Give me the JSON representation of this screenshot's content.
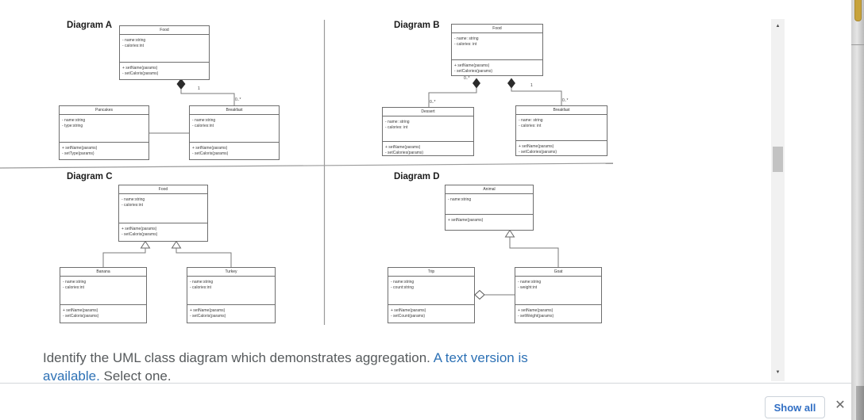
{
  "icons": {
    "scroll_up": "▲",
    "scroll_down": "▼"
  },
  "colors": {
    "link_blue": "#2d71b5",
    "button_blue": "#316fc4",
    "scroll_thumb_yellow": "#c7a33c"
  },
  "dA": {
    "label": "Diagram A",
    "food": {
      "name": "Food",
      "attrs": [
        "- name:string",
        "- calories:int"
      ],
      "methods": [
        "+ setName(params)",
        "- setCaloris(params)"
      ]
    },
    "pancakes": {
      "name": "Pancakes",
      "attrs": [
        "- name:string",
        "- type:string"
      ],
      "methods": [
        "+ setName(params)",
        "- setType(params)"
      ]
    },
    "breakfast": {
      "name": "Breakfast",
      "attrs": [
        "- name:string",
        "- calories:int"
      ],
      "methods": [
        "+ setName(params)",
        "- setCaloris(params)"
      ]
    },
    "mult_parent": "1",
    "mult_child": "0..*"
  },
  "dB": {
    "label": "Diagram B",
    "food": {
      "name": "Food",
      "attrs": [
        "- name: string",
        "- calories: int"
      ],
      "methods": [
        "+ setName(params)",
        "- setCalories(params)"
      ]
    },
    "dessert": {
      "name": "Dessert",
      "attrs": [
        "- name: string",
        "- calories: int"
      ],
      "methods": [
        "+ setName(params)",
        "- setCalories(params)"
      ]
    },
    "breakfast": {
      "name": "Breakfast",
      "attrs": [
        "- name: string",
        "- calories: int"
      ],
      "methods": [
        "+ setName(params)",
        "- setCalories(params)"
      ]
    },
    "mult_left_parent": "0..*",
    "mult_left_child": "0..*",
    "mult_right_parent": "1",
    "mult_right_child": "0..*"
  },
  "dC": {
    "label": "Diagram C",
    "food": {
      "name": "Food",
      "attrs": [
        "- name:string",
        "- calories:int"
      ],
      "methods": [
        "+ setName(params)",
        "- setCaloris(params)"
      ]
    },
    "banana": {
      "name": "Banana",
      "attrs": [
        "- name:string",
        "- calories:int"
      ],
      "methods": [
        "+ setName(params)",
        "- setCaloris(params)"
      ]
    },
    "turkey": {
      "name": "Turkey",
      "attrs": [
        "- name:string",
        "- calories:int"
      ],
      "methods": [
        "+ setName(params)",
        "- setCaloris(params)"
      ]
    }
  },
  "dD": {
    "label": "Diagram D",
    "animal": {
      "name": "Animal",
      "attrs": [
        "- name:string"
      ],
      "methods": [
        "+ setName(params)"
      ]
    },
    "trip": {
      "name": "Trip",
      "attrs": [
        "- name:string",
        "- count:string"
      ],
      "methods": [
        "+ setName(params)",
        "- setCount(params)"
      ]
    },
    "goat": {
      "name": "Goat",
      "attrs": [
        "- name:string",
        "- weight:int"
      ],
      "methods": [
        "+ setName(params)",
        "- setWeight(params)"
      ]
    }
  },
  "question": {
    "line1_text": "Identify the UML class diagram which demonstrates aggregation. ",
    "line1_link": "A text version is",
    "line2_link": "available.",
    "line2_text": " Select one."
  },
  "footer": {
    "show_all": "Show all",
    "close": "✕"
  }
}
